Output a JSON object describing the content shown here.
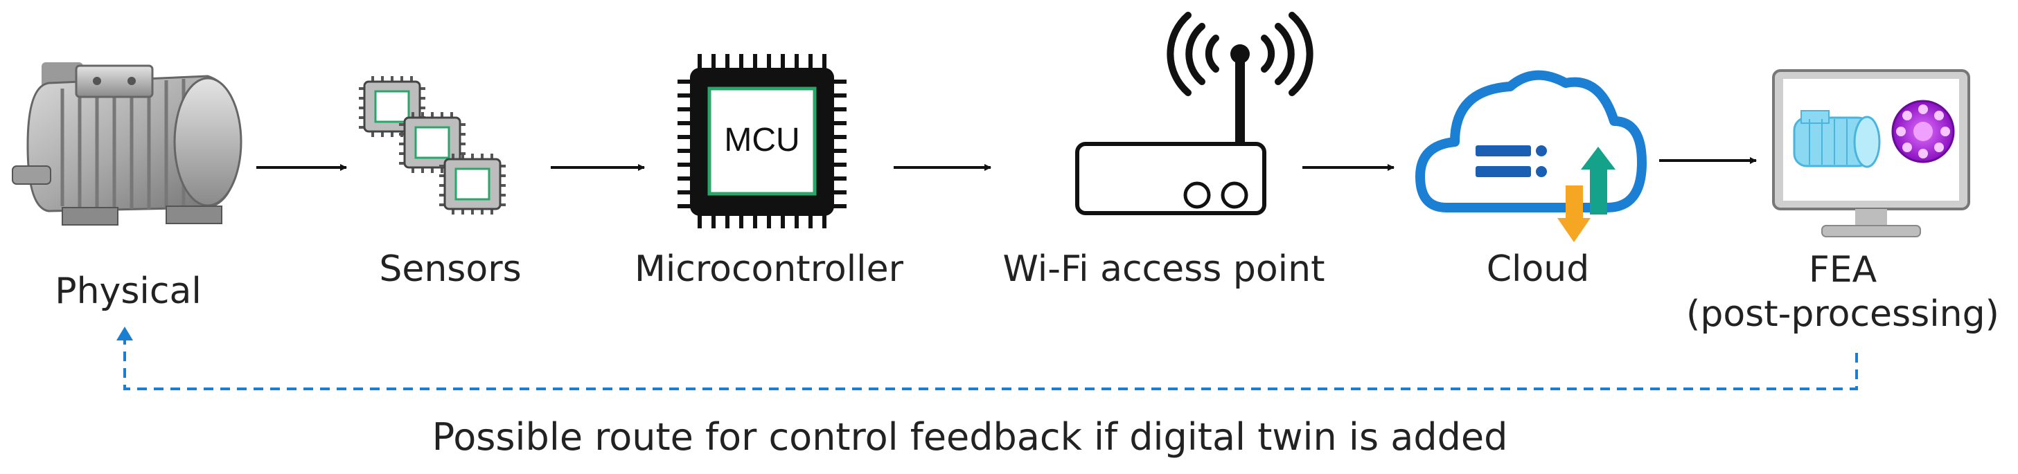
{
  "nodes": {
    "physical": {
      "label": "Physical"
    },
    "sensors": {
      "label": "Sensors"
    },
    "microcontroller": {
      "label": "Microcontroller",
      "chip_text": "MCU"
    },
    "wifi": {
      "label": "Wi-Fi access point"
    },
    "cloud": {
      "label": "Cloud"
    },
    "fea": {
      "label_line1": "FEA",
      "label_line2": "(post-processing)"
    }
  },
  "feedback": {
    "label": "Possible route for control feedback if digital twin is added"
  },
  "colors": {
    "arrow": "#111111",
    "feedback_dashed": "#1a7fd0",
    "cloud_outline": "#1b7fd4",
    "cloud_inner": "#1a5fb4",
    "up_arrow": "#14a38a",
    "down_arrow": "#f5a623",
    "chip_border": "#2aa66a",
    "fea_motor": "#7fd3f0",
    "fea_rotor": "#a020d0"
  },
  "icons": {
    "physical": "electric-motor-icon",
    "sensors": "sensor-chips-icon",
    "microcontroller": "mcu-chip-icon",
    "wifi": "wifi-router-icon",
    "cloud": "cloud-server-icon",
    "fea": "monitor-fea-icon"
  }
}
